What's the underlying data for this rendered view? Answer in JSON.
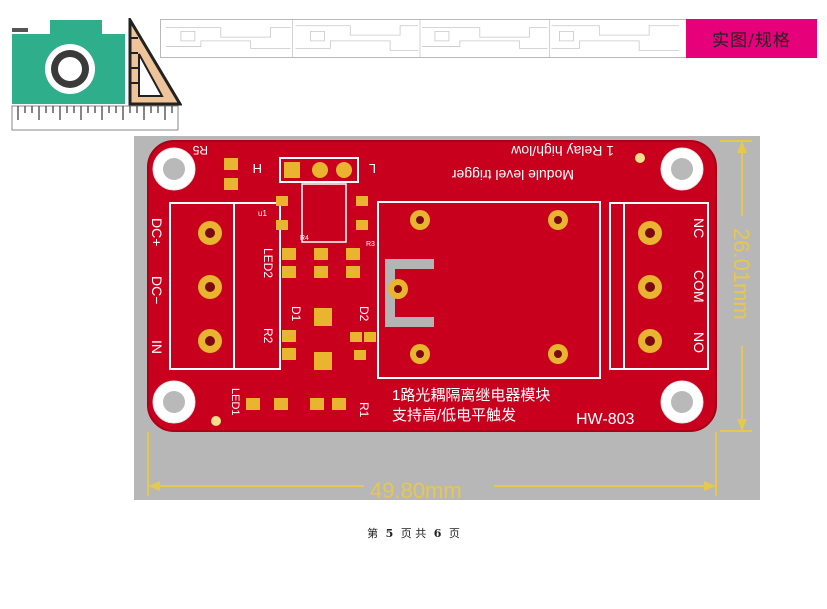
{
  "header": {
    "section_tag": "实图/规格"
  },
  "icons": [
    "camera-icon",
    "ruler-icon",
    "set-square-icon"
  ],
  "colors": {
    "tag_pink": "#e6007a",
    "pcb_red": "#c8001e",
    "dimension_yellow": "#e5c84e",
    "logo_teal": "#2fae8b"
  },
  "pcb": {
    "labels": {
      "r5": "R5",
      "h": "H",
      "l": "L",
      "trigger_line1": "1 Relay  high/low",
      "trigger_line2": "Module  level  trigger",
      "u1": "u1",
      "r4": "R4",
      "r3": "R3",
      "led2": "LED2",
      "d1": "D1",
      "d2": "D2",
      "r2": "R2",
      "led1": "LED1",
      "r1": "R1",
      "dc_plus": "DC+",
      "dc_minus": "DC−",
      "in": "IN",
      "nc": "NC",
      "com": "COM",
      "no": "NO",
      "cn_title": "1路光耦隔离继电器模块",
      "cn_subtitle": "支持高/低电平触发",
      "model": "HW-803"
    },
    "dimensions": {
      "width": "49.80mm",
      "height": "26.01mm"
    }
  },
  "footer": {
    "pre": "第",
    "page": "5",
    "mid": "页 共",
    "total": "6",
    "post": "页"
  }
}
